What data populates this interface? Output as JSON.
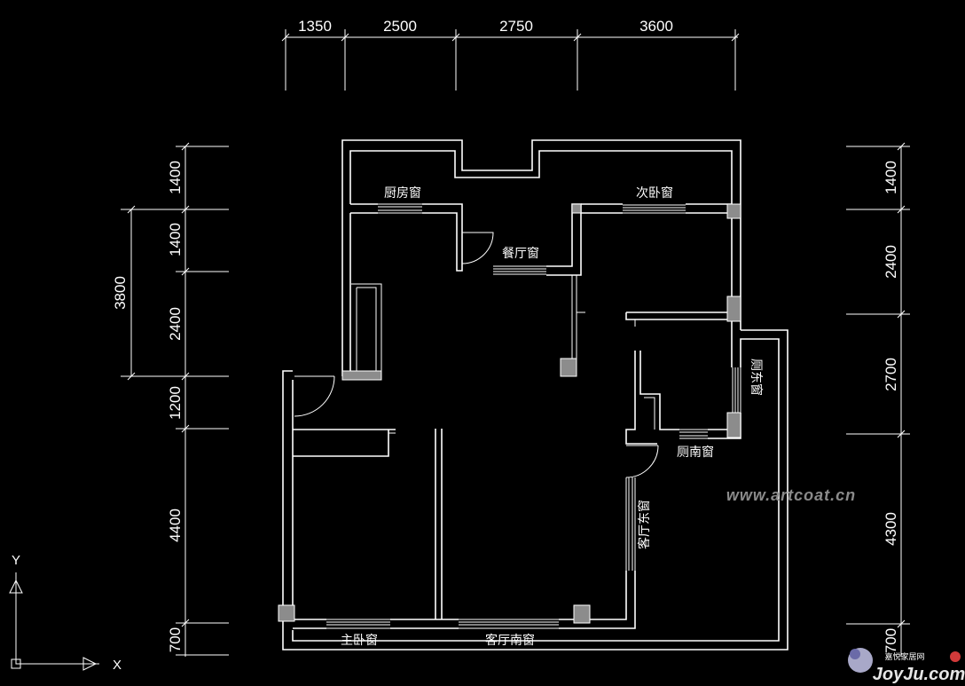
{
  "colors": {
    "background": "#000000",
    "line": "#ffffff",
    "column": "#8c8c8c",
    "watermark": "#8a8a8a"
  },
  "dimensions": {
    "top": [
      "1350",
      "2500",
      "2750",
      "3600"
    ],
    "left_outer": [
      "3800"
    ],
    "left_inner": [
      "1400",
      "1400",
      "2400",
      "1200",
      "4400",
      "700"
    ],
    "right": [
      "1400",
      "2400",
      "2700",
      "4300",
      "700"
    ]
  },
  "rooms": {
    "kitchen_window": "厨房窗",
    "dining_window": "餐厅窗",
    "second_bedroom_window": "次卧窗",
    "toilet_east_window": "厕东窗",
    "toilet_south_window": "厕南窗",
    "living_east_window": "客厅东窗",
    "master_bedroom_window": "主卧窗",
    "living_south_window": "客厅南窗"
  },
  "axes": {
    "x": "X",
    "y": "Y"
  },
  "watermark": "www.artcoat.cn",
  "logo": {
    "small": "嘉悦家居网",
    "big": "JoyJu.com"
  }
}
